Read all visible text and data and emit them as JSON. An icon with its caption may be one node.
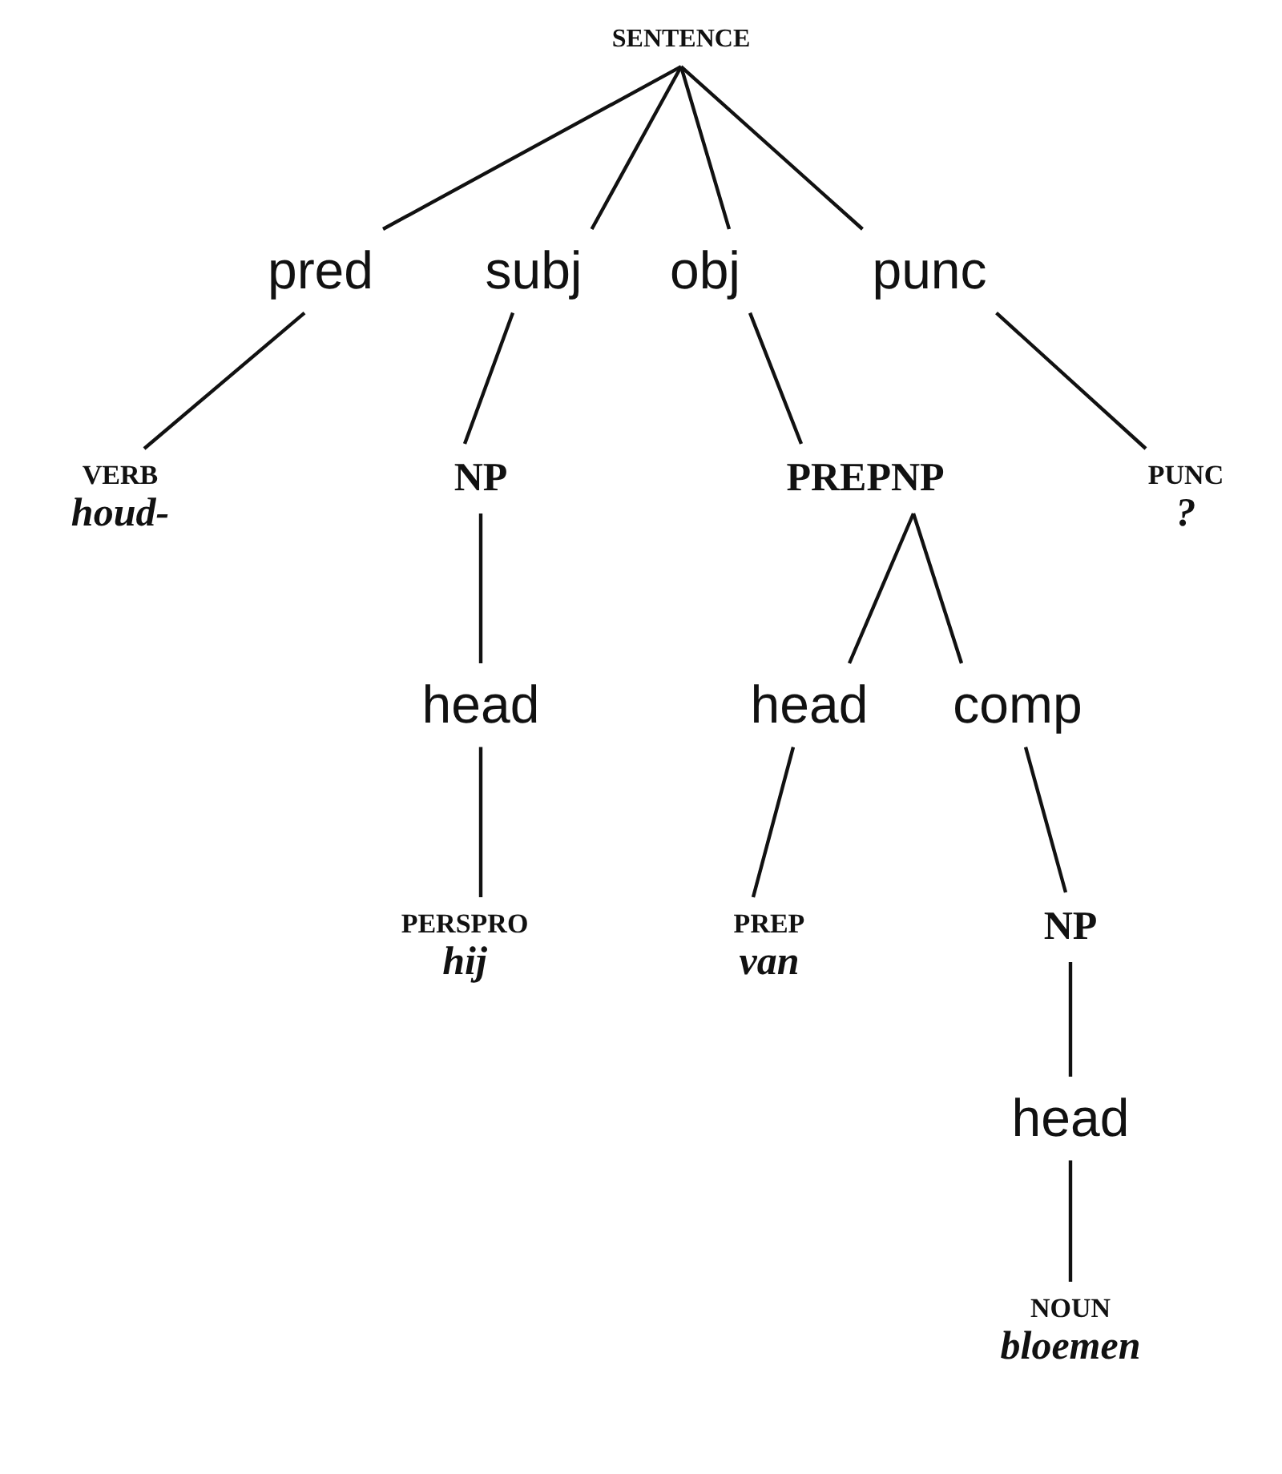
{
  "diagram": {
    "nodes": [
      {
        "text": [
          "SENTENCE"
        ]
      },
      {
        "text": [
          "pred"
        ]
      },
      {
        "text": [
          "subj"
        ]
      },
      {
        "text": [
          "obj"
        ]
      },
      {
        "text": [
          "punc"
        ]
      },
      {
        "text": [
          "VERB",
          "houd-"
        ]
      },
      {
        "text": [
          "NP"
        ]
      },
      {
        "text": [
          "PREPNP"
        ]
      },
      {
        "text": [
          "PUNC",
          "?"
        ]
      },
      {
        "text": [
          "head"
        ]
      },
      {
        "text": [
          "head"
        ]
      },
      {
        "text": [
          "comp"
        ]
      },
      {
        "text": [
          "PERSPRO",
          "hij"
        ]
      },
      {
        "text": [
          "PREP",
          "van"
        ]
      },
      {
        "text": [
          "NP"
        ]
      },
      {
        "text": [
          "head"
        ]
      },
      {
        "text": [
          "NOUN",
          "bloemen"
        ]
      }
    ],
    "edges": [
      {
        "from": 0,
        "to": 1,
        "arrow": "none"
      },
      {
        "from": 0,
        "to": 2,
        "arrow": "none"
      },
      {
        "from": 0,
        "to": 3,
        "arrow": "none"
      },
      {
        "from": 0,
        "to": 4,
        "arrow": "none"
      },
      {
        "from": 1,
        "to": 5,
        "arrow": "none"
      },
      {
        "from": 2,
        "to": 6,
        "arrow": "none"
      },
      {
        "from": 3,
        "to": 7,
        "arrow": "none"
      },
      {
        "from": 4,
        "to": 8,
        "arrow": "none"
      },
      {
        "from": 6,
        "to": 9,
        "arrow": "none"
      },
      {
        "from": 7,
        "to": 10,
        "arrow": "none"
      },
      {
        "from": 7,
        "to": 11,
        "arrow": "none"
      },
      {
        "from": 9,
        "to": 12,
        "arrow": "none"
      },
      {
        "from": 10,
        "to": 13,
        "arrow": "none"
      },
      {
        "from": 11,
        "to": 14,
        "arrow": "none"
      },
      {
        "from": 14,
        "to": 15,
        "arrow": "none"
      },
      {
        "from": 15,
        "to": 16,
        "arrow": "none"
      }
    ]
  }
}
